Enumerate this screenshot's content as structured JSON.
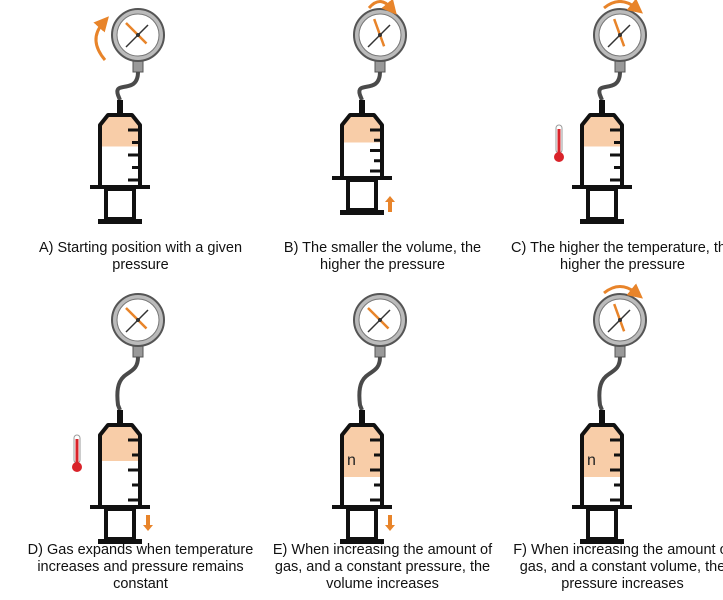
{
  "colors": {
    "fill": "#f8cda8",
    "arrow": "#e8842a",
    "thermo": "#d9232a",
    "ink": "#111111",
    "hose": "#4a4a4a"
  },
  "panels": [
    {
      "id": "A",
      "caption": "A) Starting position with a given pressure",
      "volume": 1.0,
      "fill": 0.45,
      "rotate_arrow": "left",
      "thermometer": false,
      "piston_arrow": "none",
      "gas_label": "",
      "needle_angle": -45
    },
    {
      "id": "B",
      "caption": "B) The smaller the volume, the higher the pressure",
      "volume": 0.55,
      "fill": 0.45,
      "rotate_arrow": "top-small",
      "thermometer": false,
      "piston_arrow": "up",
      "gas_label": "",
      "needle_angle": -20
    },
    {
      "id": "C",
      "caption": "C) The higher the temperature, the higher the pressure",
      "volume": 1.0,
      "fill": 0.45,
      "rotate_arrow": "top",
      "thermometer": true,
      "piston_arrow": "none",
      "gas_label": "",
      "needle_angle": -20
    },
    {
      "id": "D",
      "caption": "D) Gas expands when temperature increases and pressure remains constant",
      "volume": 1.0,
      "fill": 0.45,
      "rotate_arrow": "none",
      "thermometer": true,
      "piston_arrow": "down",
      "gas_label": "",
      "needle_angle": -45
    },
    {
      "id": "E",
      "caption": "E) When increasing the amount of gas, and a constant pressure, the volume increases",
      "volume": 1.0,
      "fill": 0.65,
      "rotate_arrow": "none",
      "thermometer": false,
      "piston_arrow": "down",
      "gas_label": "n",
      "needle_angle": -45
    },
    {
      "id": "F",
      "caption": "F) When increasing the amount of gas, and a constant volume, the pressure increases",
      "volume": 1.0,
      "fill": 0.65,
      "rotate_arrow": "top",
      "thermometer": false,
      "piston_arrow": "none",
      "gas_label": "n",
      "needle_angle": -20
    }
  ]
}
